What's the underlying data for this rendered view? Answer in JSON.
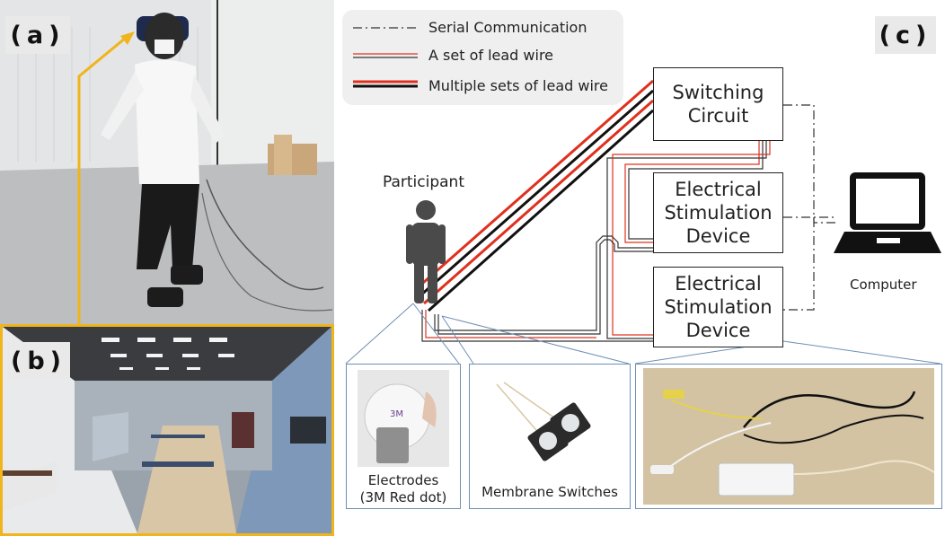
{
  "panels": {
    "a_label": "(a)",
    "b_label": "(b)",
    "c_label": "(c)"
  },
  "legend": {
    "serial": "Serial Communication",
    "single": "A set of lead wire",
    "multiple": "Multiple sets of lead wire"
  },
  "blocks": {
    "switching": "Switching\nCircuit",
    "stim1": "Electrical\nStimulation\nDevice",
    "stim2": "Electrical\nStimulation\nDevice"
  },
  "labels": {
    "participant": "Participant",
    "computer": "Computer",
    "electrodes": "Electrodes\n(3M Red dot)",
    "membrane": "Membrane Switches",
    "electrode_sticker": "3M"
  },
  "colors": {
    "red_wire": "#e0301e",
    "black_wire": "#111111",
    "accent_yellow": "#f0b41c",
    "inset_border": "#6f8fb5"
  }
}
